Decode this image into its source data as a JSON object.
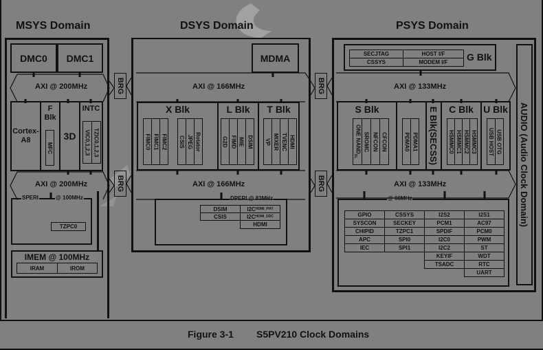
{
  "figure": {
    "caption_number": "Figure 3-1",
    "caption_title": "S5PV210 Clock Domains"
  },
  "msys": {
    "title": "MSYS Domain",
    "dmc0": "DMC0",
    "dmc1": "DMC1",
    "axi_top": "AXI @ 200MHz",
    "axi_bottom": "AXI @ 200MHz",
    "cortex": "Cortex-A8",
    "fblk": "F Blk",
    "mfc": "MFC",
    "threed": "3D",
    "intc": "INTC",
    "vic": "VIC0,1,2,3",
    "tzic": "TZIC0,1,2,3",
    "speri": "SPERI",
    "speri_clock": "@ 100MHz",
    "tzpc0": "TZPC0",
    "imem": "IMEM @ 100MHz",
    "iram": "IRAM",
    "irom": "IROM"
  },
  "bridges": {
    "label": "BRG"
  },
  "dsys": {
    "title": "DSYS Domain",
    "mdma": "MDMA",
    "axi_top": "AXI @ 166MHz",
    "axi_bottom": "AXI @ 166MHz",
    "xblk": {
      "title": "X Blk",
      "group1": [
        "FIMC0",
        "FIMC1",
        "FIMC2"
      ],
      "group2": [
        "CSIS",
        "JPEG",
        "Rotator"
      ]
    },
    "lblk": {
      "title": "L Blk",
      "items": [
        "G2D",
        "FIMD",
        "MIE",
        "DSIM"
      ]
    },
    "tblk": {
      "title": "T Blk",
      "items": [
        "VP",
        "MIXER",
        "TVENC",
        "HDMI"
      ]
    },
    "dperi": {
      "label": "DPERI @ 83MHz",
      "left": [
        "DSIM",
        "CSIS"
      ],
      "right": [
        {
          "main": "I2C",
          "sub": "HDMI_PHY"
        },
        {
          "main": "I2C",
          "sub": "HDMI_DDC"
        },
        {
          "main": "HDMI",
          "sub": ""
        }
      ]
    }
  },
  "psys": {
    "title": "PSYS Domain",
    "gblk": {
      "title": "G Blk",
      "cells": [
        [
          "SECJTAG",
          "HOST I/F"
        ],
        [
          "CSSYS",
          "MODEM I/F"
        ]
      ]
    },
    "axi_top": "AXI @ 133MHz",
    "axi_bottom": "AXI @ 133MHz",
    "sblk": {
      "title": "S Blk",
      "items": [
        "ONE NAND",
        "SROMC",
        "NFCON",
        "CFCON"
      ],
      "onenand_sub": "DL"
    },
    "pdma": [
      "PDMA0",
      "PDMA1"
    ],
    "eblk": "E Blk(SECSS)",
    "cblk": {
      "title": "C Blk",
      "items": [
        "HSMMC0",
        "HSMMC1",
        "HSMMC2",
        "HSMMC3"
      ]
    },
    "ublk": {
      "title": "U Blk",
      "items": [
        "USB HOST",
        "USB OTG"
      ]
    },
    "audio": "AUDIO (Audio Clock Domain)",
    "pperi_clock": "@ 66MHz",
    "pperi_table": [
      [
        "GPIO",
        "CSSYS",
        "I2S2",
        "I2S1"
      ],
      [
        "SYSCON",
        "SECKEY",
        "PCM1",
        "AC97"
      ],
      [
        "CHIPID",
        "TZPC1",
        "SPDIF",
        "PCM0"
      ],
      [
        "APC",
        "SPI0",
        "I2C0",
        "PWM"
      ],
      [
        "IEC",
        "SPI1",
        "I2C2",
        "ST"
      ],
      [
        "",
        "",
        "KEYIF",
        "WDT"
      ],
      [
        "",
        "",
        "TSADC",
        "RTC"
      ],
      [
        "",
        "",
        "",
        "UART"
      ]
    ]
  }
}
